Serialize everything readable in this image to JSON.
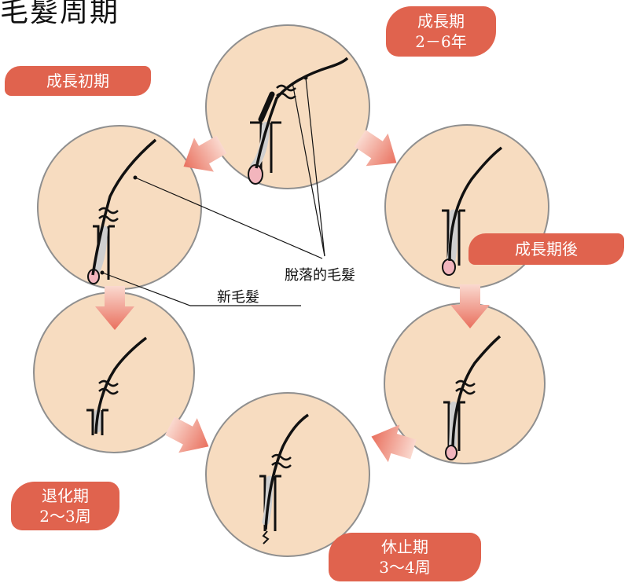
{
  "title": "毛髮周期",
  "stages": {
    "growth": {
      "name": "成長期",
      "duration": "2－6年"
    },
    "early_growth": {
      "name": "成長初期"
    },
    "late_growth": {
      "name": "成長期後"
    },
    "regression": {
      "name": "退化期",
      "duration": "2～3周"
    },
    "rest": {
      "name": "休止期",
      "duration": "3～4周"
    }
  },
  "labels": {
    "shed_hair": "脫落的毛髮",
    "new_hair": "新毛髮"
  },
  "colors": {
    "circle_fill": "#f7dcc0",
    "circle_stroke": "#8f8f8f",
    "badge": "#e0634e",
    "arrow": "#ec8473",
    "bulb": "#f2b5bd",
    "hair": "#111111"
  }
}
